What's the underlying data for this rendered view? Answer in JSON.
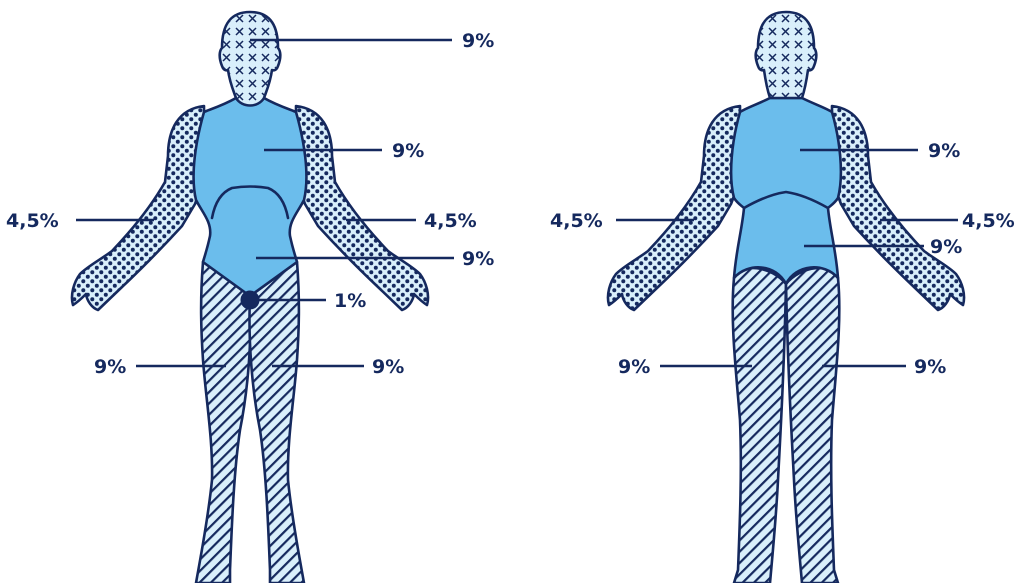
{
  "colors": {
    "outline": "#15295e",
    "skin_fill": "#6bbdec",
    "pattern_bg": "#d9effb",
    "background": "#ffffff"
  },
  "patterns": {
    "head": "cross-hatch",
    "arms": "dots",
    "legs": "diagonal-stripes",
    "torso": "solid",
    "genitals": "solid-dark"
  },
  "front_figure": {
    "head_label": "9%",
    "chest_label": "9%",
    "abdomen_label": "9%",
    "genitals_label": "1%",
    "left_arm_label": "4,5%",
    "right_arm_label": "4,5%",
    "left_leg_label": "9%",
    "right_leg_label": "9%"
  },
  "back_figure": {
    "upper_back_label": "9%",
    "lower_back_label": "9%",
    "left_arm_label": "4,5%",
    "right_arm_label": "4,5%",
    "left_leg_label": "9%",
    "right_leg_label": "9%"
  }
}
